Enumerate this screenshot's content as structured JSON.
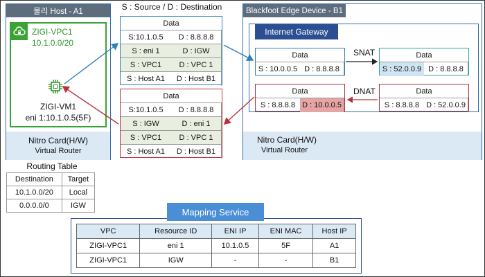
{
  "host_a": {
    "label": "물리 Host - A1",
    "vpc_name": "ZIGI-VPC1",
    "vpc_cidr": "10.1.0.0/20",
    "vm_name": "ZIGI-VM1",
    "vm_eni": "eni 1:10.1.0.5(5F)",
    "nitro_title": "Nitro Card(H/W)",
    "nitro_sub": "Virtual Router"
  },
  "routing_table": {
    "title": "Routing Table",
    "headers": [
      "Destination",
      "Target"
    ],
    "rows": [
      [
        "10.1.0.0/20",
        "Local"
      ],
      [
        "0.0.0.0/0",
        "IGW"
      ]
    ]
  },
  "legend": "S : Source  / D : Destination",
  "packet_out": {
    "header": "Data",
    "rows": [
      [
        "S:10.1.0.5",
        "D : 8.8.8.8"
      ],
      [
        "S : eni 1",
        "D : IGW"
      ],
      [
        "S : VPC1",
        "D : VPC 1"
      ],
      [
        "S : Host A1",
        "D : Host B1"
      ]
    ]
  },
  "packet_in": {
    "header": "Data",
    "rows": [
      [
        "S:10.1.0.5",
        "D : 8.8.8.8"
      ],
      [
        "S : IGW",
        "D : eni 1"
      ],
      [
        "S : VPC1",
        "D : VPC 1"
      ],
      [
        "S : Host A1",
        "D : Host B1"
      ]
    ]
  },
  "host_b": {
    "label": "Blackfoot Edge Device - B1",
    "igw_label": "Internet Gateway",
    "nitro_title": "Nitro Card(H/W)",
    "nitro_sub": "Virtual Router",
    "snat_label": "SNAT",
    "dnat_label": "DNAT",
    "pk1": {
      "header": "Data",
      "s": "S : 10.0.0.5",
      "d": "D : 8.8.8.8"
    },
    "pk2": {
      "header": "Data",
      "s": "S : 52.0.0.9",
      "d": "D : 8.8.8.8"
    },
    "pk3": {
      "header": "Data",
      "s": "S : 8.8.8.8",
      "d": "D : 10.0.0.5"
    },
    "pk4": {
      "header": "Data",
      "s": "S : 8.8.8.8",
      "d": "D : 52.0.0.9"
    }
  },
  "mapping": {
    "title": "Mapping Service",
    "headers": [
      "VPC",
      "Resource ID",
      "ENI IP",
      "ENI MAC",
      "Host IP"
    ],
    "rows": [
      [
        "ZIGI-VPC1",
        "eni 1",
        "10.1.0.5",
        "5F",
        "A1"
      ],
      [
        "ZIGI-VPC1",
        "IGW",
        "-",
        "-",
        "B1"
      ]
    ]
  },
  "colors": {
    "outbound": "#2d7fb8",
    "inbound": "#b8313a",
    "vpc": "#3aa335"
  },
  "icons": {
    "vpc": "cloud-lock-icon",
    "vm": "chip-icon"
  }
}
